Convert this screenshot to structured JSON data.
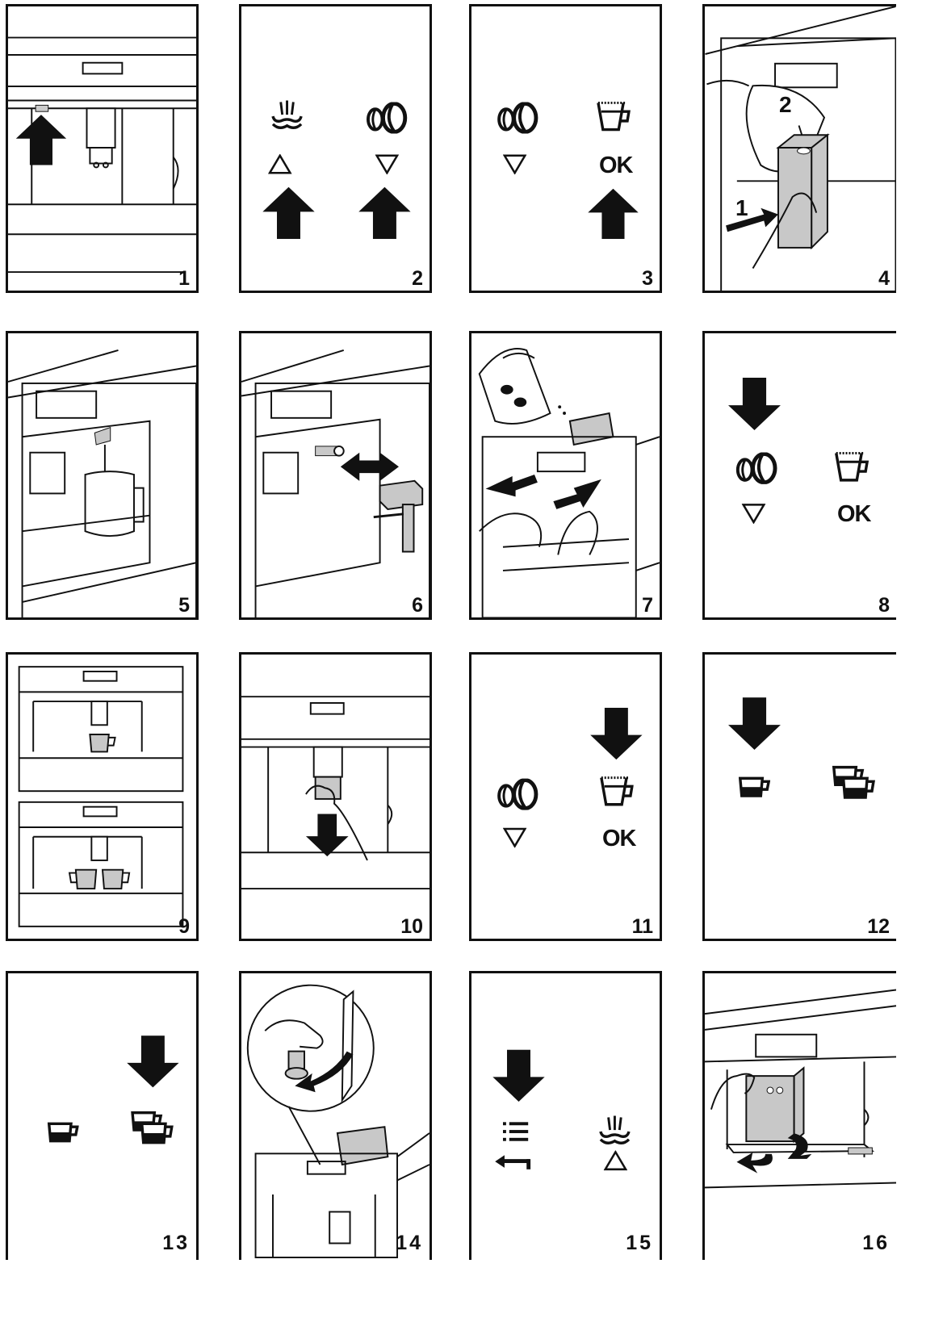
{
  "panels": [
    {
      "number": "1"
    },
    {
      "number": "2"
    },
    {
      "number": "3",
      "ok_label": "OK"
    },
    {
      "number": "4",
      "step_1": "1",
      "step_2": "2"
    },
    {
      "number": "5"
    },
    {
      "number": "6"
    },
    {
      "number": "7"
    },
    {
      "number": "8",
      "ok_label": "OK"
    },
    {
      "number": "9"
    },
    {
      "number": "10"
    },
    {
      "number": "11",
      "ok_label": "OK"
    },
    {
      "number": "12"
    },
    {
      "number": "13"
    },
    {
      "number": "14"
    },
    {
      "number": "15"
    },
    {
      "number": "16"
    }
  ],
  "icons": {
    "steam": "steam-icon",
    "bean": "coffee-bean-icon",
    "cup_fill": "cup-fill-level-icon",
    "single_cup": "single-cup-icon",
    "double_cup": "double-cup-icon",
    "menu": "menu-icon",
    "back": "back-icon",
    "arrow_up": "arrow-up-icon",
    "arrow_down": "arrow-down-icon",
    "triangle_up": "triangle-up-icon",
    "triangle_down": "triangle-down-icon"
  },
  "colors": {
    "ink": "#111111",
    "part_gray": "#c8c8c8"
  }
}
